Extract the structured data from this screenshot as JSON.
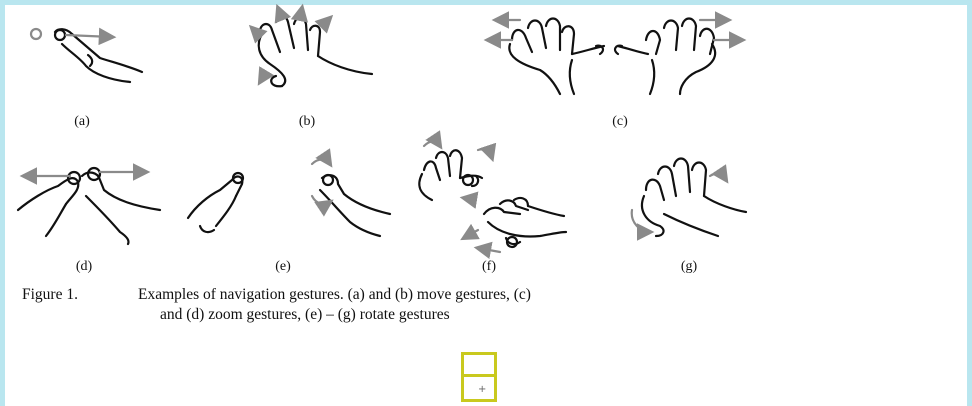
{
  "figure": {
    "panels": [
      {
        "id": "a",
        "label": "(a)"
      },
      {
        "id": "b",
        "label": "(b)"
      },
      {
        "id": "c",
        "label": "(c)"
      },
      {
        "id": "d",
        "label": "(d)"
      },
      {
        "id": "e",
        "label": "(e)"
      },
      {
        "id": "f",
        "label": "(f)"
      },
      {
        "id": "g",
        "label": "(g)"
      }
    ],
    "caption_prefix": "Figure 1.",
    "caption_line1": "Examples of navigation gestures. (a) and (b) move gestures, (c)",
    "caption_line2": "and (d) zoom gestures, (e) – (g) rotate gestures"
  },
  "colors": {
    "frame": "#b9e6ef",
    "widget": "#c9c91e",
    "arrow": "#8a8a8a"
  }
}
